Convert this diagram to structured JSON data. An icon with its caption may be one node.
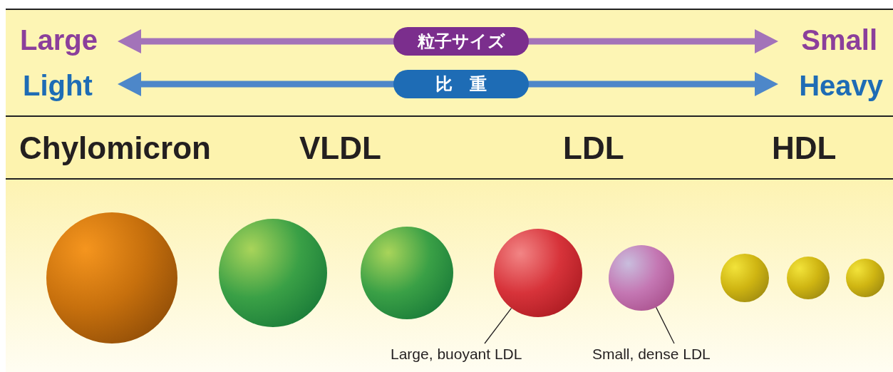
{
  "diagram": {
    "nodes": [
      {
        "text": [],
        "shape": "circle"
      },
      {
        "text": [],
        "shape": "circle"
      },
      {
        "text": [],
        "shape": "circle"
      },
      {
        "text": [],
        "shape": "circle"
      },
      {
        "text": [],
        "shape": "circle"
      },
      {
        "text": [],
        "shape": "circle"
      },
      {
        "text": [],
        "shape": "circle"
      },
      {
        "text": [],
        "shape": "circle"
      },
      {
        "text": [
          "Large, buoyant LDL"
        ]
      },
      {
        "text": [
          "Small, dense LDL"
        ]
      }
    ],
    "edges": [
      {
        "from": 8,
        "to": 3,
        "arrow": "none"
      },
      {
        "from": 9,
        "to": 4,
        "arrow": "none"
      }
    ],
    "labels": [
      "Large",
      "粒子サイズ",
      "Small",
      "Light",
      "比　重",
      "Heavy",
      "Chylomicron",
      "VLDL",
      "LDL",
      "HDL"
    ]
  }
}
